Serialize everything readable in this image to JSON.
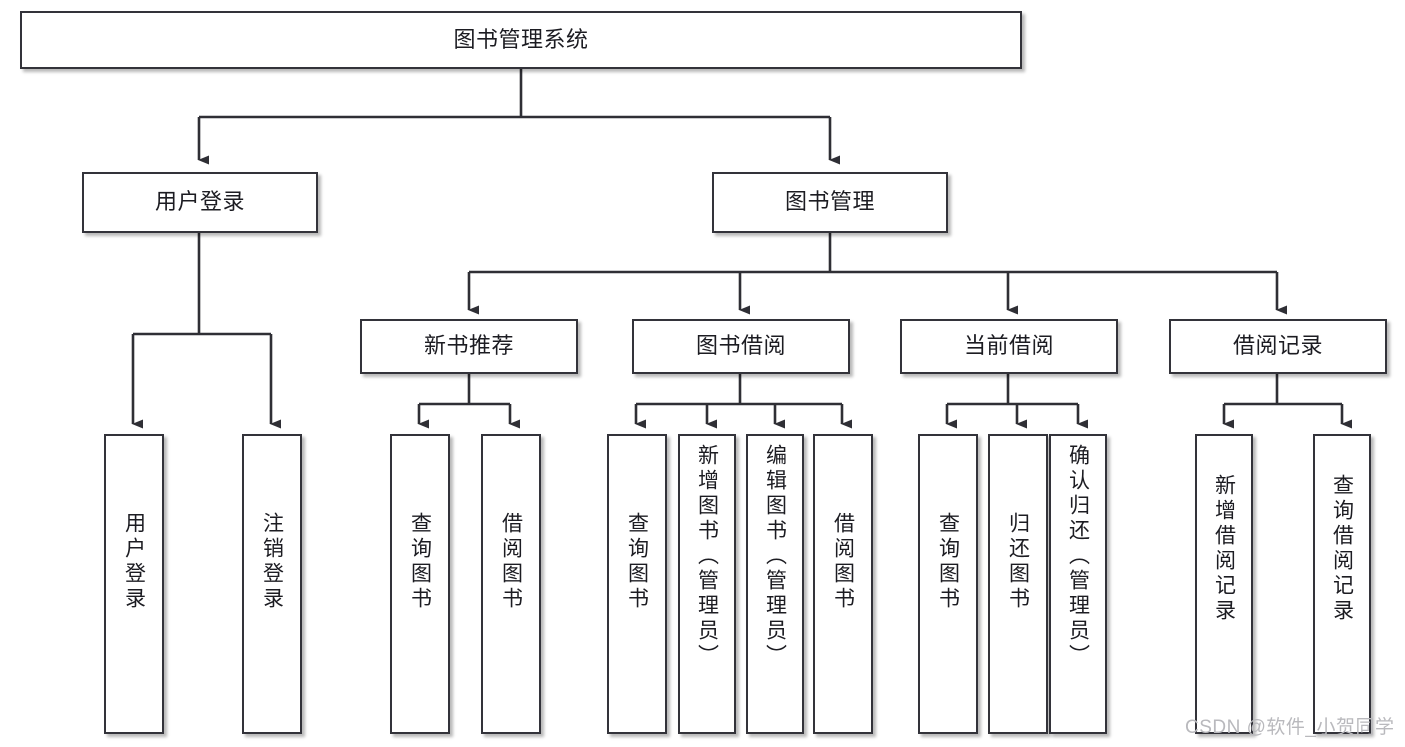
{
  "diagram": {
    "type": "tree-hierarchy-chart",
    "title_node": {
      "label": "图书管理系统"
    },
    "level2": [
      {
        "id": "user-login",
        "label": "用户登录"
      },
      {
        "id": "book-management",
        "label": "图书管理"
      }
    ],
    "level3": [
      {
        "id": "new-book-recommend",
        "label": "新书推荐"
      },
      {
        "id": "book-borrow",
        "label": "图书借阅"
      },
      {
        "id": "current-borrow",
        "label": "当前借阅"
      },
      {
        "id": "borrow-record",
        "label": "借阅记录"
      }
    ],
    "leaves": [
      {
        "id": "leaf-user-login",
        "parent": "user-login",
        "label": "用户登录"
      },
      {
        "id": "leaf-logout-login",
        "parent": "user-login",
        "label": "注销登录"
      },
      {
        "id": "leaf-query-book-1",
        "parent": "new-book-recommend",
        "label": "查询图书"
      },
      {
        "id": "leaf-borrow-book-1",
        "parent": "new-book-recommend",
        "label": "借阅图书"
      },
      {
        "id": "leaf-query-book-2",
        "parent": "book-borrow",
        "label": "查询图书"
      },
      {
        "id": "leaf-add-book",
        "parent": "book-borrow",
        "label": "新增图书（管理员）"
      },
      {
        "id": "leaf-edit-book",
        "parent": "book-borrow",
        "label": "编辑图书（管理员）"
      },
      {
        "id": "leaf-borrow-book-2",
        "parent": "book-borrow",
        "label": "借阅图书"
      },
      {
        "id": "leaf-query-book-3",
        "parent": "current-borrow",
        "label": "查询图书"
      },
      {
        "id": "leaf-return-book",
        "parent": "current-borrow",
        "label": "归还图书"
      },
      {
        "id": "leaf-confirm-return",
        "parent": "current-borrow",
        "label": "确认归还（管理员）"
      },
      {
        "id": "leaf-add-record",
        "parent": "borrow-record",
        "label": "新增借阅记录"
      },
      {
        "id": "leaf-query-record",
        "parent": "borrow-record",
        "label": "查询借阅记录"
      }
    ],
    "colors": {
      "box_border": "#33333a",
      "box_fill": "#ffffff",
      "connector": "#2f2f35",
      "text": "#1c1c22",
      "watermark": "#b9b9bd",
      "background": "#ffffff"
    }
  },
  "watermark": {
    "text": "CSDN @软件_小贺同学"
  }
}
